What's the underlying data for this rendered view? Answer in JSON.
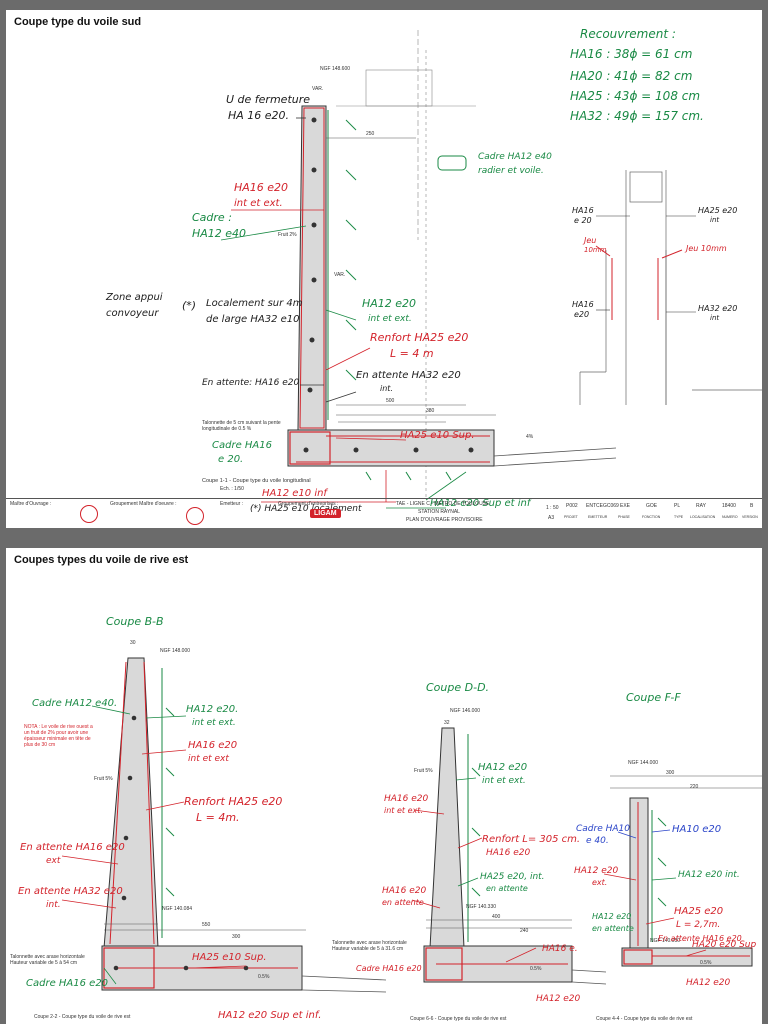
{
  "sheet_top": {
    "title": "Coupe type du voile sud",
    "recouvrement": {
      "title": "Recouvrement :",
      "lines": [
        "HA16 : 38ϕ = 61 cm",
        "HA20 : 41ϕ = 82 cm",
        "HA25 : 43ϕ = 108 cm",
        "HA32 : 49ϕ = 157 cm."
      ]
    },
    "ngf": "NGF 148.600",
    "ngf_var": "VAR.",
    "dim_250": "250",
    "dim_500": "500",
    "dim_380": "380",
    "fruit": "Fruit 2%",
    "var_label": "VAR.",
    "slope": "4%",
    "talonnette": "Talonnette de 5 cm suivant la pente longitudinale de 0.5 %",
    "caption": "Coupe 1-1 - Coupe type du voile longitudinal",
    "caption_scale": "Ech. : 1/50",
    "notes": {
      "u_fermeture": "U de fermeture",
      "u_fermeture_bar": "HA 16 e20.",
      "ha16_intext": "HA16 e20",
      "ha16_intext2": "int et ext.",
      "cadre_a": "Cadre :",
      "cadre_b": "HA12 e40",
      "zone_appui_a": "Zone appui",
      "zone_appui_b": "convoyeur",
      "star": "(*)",
      "localement_a": "Localement sur 4m",
      "localement_b": "de large HA32 e10",
      "en_attente": "En attente: HA16 e20",
      "ha12_e20": "HA12 e20",
      "ha12_e20_b": "int et ext.",
      "renfort": "Renfort HA25 e20",
      "renfort_l": "L = 4 m",
      "en_attente2": "En attente HA32 e20",
      "en_attente2_b": "int.",
      "cadre_ha16_a": "Cadre HA16",
      "cadre_ha16_b": "e 20.",
      "ha25_sup": "HA25 e10 Sup.",
      "ha12_e10_inf": "HA12 e10 inf",
      "localement_bottom": "(*) HA25 e10 localement",
      "ha12_e20_sup_inf": "HA12 e20 Sup et inf",
      "cadre_radier": "Cadre HA12 e40",
      "cadre_radier_b": "radier et voile."
    },
    "detail": {
      "ha16": "HA16",
      "e20": "e 20",
      "ha25": "HA25 e20",
      "int": "int",
      "jeu_a": "Jeu",
      "jeu_b": "10mm",
      "jeu_c": "Jeu 10mm",
      "ha16b": "HA16",
      "e20b": "e20",
      "ha32": "HA32 e20",
      "intb": "int"
    },
    "cartouche": {
      "maitre": "Maître d'Ouvrage :",
      "groupement": "Groupement Maître d'oeuvre :",
      "emetteur": "Emetteur :",
      "groupement_ent": "Groupement d'entreprises :",
      "ligam": "LIGAM",
      "project": "TAE - LIGNE C - METRO DE TOULOUSE",
      "station": "STATION RAYNAL",
      "plan": "PLAN D'OUVRAGE PROVISOIRE",
      "scale": "1 : 50",
      "format": "A3",
      "codes": [
        "P002",
        "ENTCEGC069",
        "EXE",
        "GOE",
        "PL",
        "RAY",
        "18400",
        "B"
      ],
      "code_labels": [
        "PROJET",
        "EMETTEUR",
        "PHASE",
        "FONCTION",
        "TYPE",
        "LOCALISATION",
        "NUMERO",
        "VERSION"
      ]
    }
  },
  "sheet_bottom": {
    "title": "Coupes types du voile de rive est",
    "coupe_bb": "Coupe B-B",
    "coupe_dd": "Coupe D-D.",
    "coupe_ff": "Coupe F-F",
    "ngf_bb": "NGF 148.000",
    "ngf_dd": "NGF 146.000",
    "ngf_ff": "NGF 144.000",
    "ngf_bb_low": "NGF 140.084",
    "ngf_dd_low": "NGF 140.330",
    "ngf_ff_low": "NGF 140.050",
    "dim_30": "30",
    "dim_550": "550",
    "dim_300": "300",
    "dim_400": "400",
    "dim_240": "240",
    "dim_32": "32",
    "dim_ff_300": "300",
    "dim_ff_220": "220",
    "fruit5": "Fruit 5%",
    "fruit5b": "Fruit 5%",
    "pente": "0.5%",
    "pente2": "0.5%",
    "pente3": "0.5%",
    "nota": "NOTA : Le voile de rive ouest a un fruit de 2% pour avoir une épaisseur minimale en tête de plus de 30 cm",
    "talonnette": "Talonnette avec arase horizontale Hauteur variable de 5 à 54 cm",
    "talonnette2": "Talonnette avec arase horizontale Hauteur variable de 5 à 31.6 cm",
    "caption_22": "Coupe 2-2 - Coupe type du voile de rive est",
    "caption_66": "Coupe 6-6 - Coupe type du voile de rive est",
    "caption_44": "Coupe 4-4 - Coupe type du voile de rive est",
    "notes": {
      "cadre_ha12": "Cadre HA12 e40.",
      "ha12_intext": "HA12 e20.",
      "ha12_intext_b": "int et ext.",
      "ha16_intext": "HA16 e20",
      "ha16_intext_b": "int et ext",
      "renfort": "Renfort HA25 e20",
      "renfort_l": "L = 4m.",
      "attente_ha16": "En attente HA16 e20",
      "attente_ha16_b": "ext",
      "attente_ha32": "En attente HA32 e20",
      "attente_ha32_b": "int.",
      "cadre_ha16": "Cadre HA16 e20",
      "ha25_sup": "HA25 e10 Sup.",
      "ha12_sup_inf": "HA12 e20 Sup et inf.",
      "dd_ha12": "HA12 e20",
      "dd_ha12_b": "int et ext.",
      "dd_ha16": "HA16 e20",
      "dd_ha16_b": "int et ext.",
      "dd_renfort": "Renfort L= 305 cm.",
      "dd_renfort_b": "HA16 e20",
      "dd_ha25": "HA25 e20, int.",
      "dd_ha25_b": "en attente",
      "dd_ha16_att": "HA16 e20",
      "dd_ha16_att_b": "en attente",
      "dd_cadre": "Cadre HA16 e20",
      "dd_ha16_e": "HA16 e.",
      "dd_ha12_bot": "HA12 e20",
      "ff_cadre": "Cadre HA10",
      "ff_cadre_b": "e 40.",
      "ff_ha10": "HA10 e20",
      "ff_ha12": "HA12 e20",
      "ff_ha12_b": "ext.",
      "ff_ha12b": "HA12 e20 int.",
      "ff_ha12c": "HA12 e20",
      "ff_ha12c_b": "en attente",
      "ff_ha25": "HA25 e20",
      "ff_ha25_l": "L = 2,7m.",
      "ff_attente": "En attente HA16 e20",
      "ff_ha20_sup": "HA20 e20 Sup",
      "ff_ha12_bot": "HA12 e20"
    }
  },
  "colors": {
    "green": "#1a8a45",
    "red": "#d3232b",
    "blue": "#2a44c8"
  }
}
